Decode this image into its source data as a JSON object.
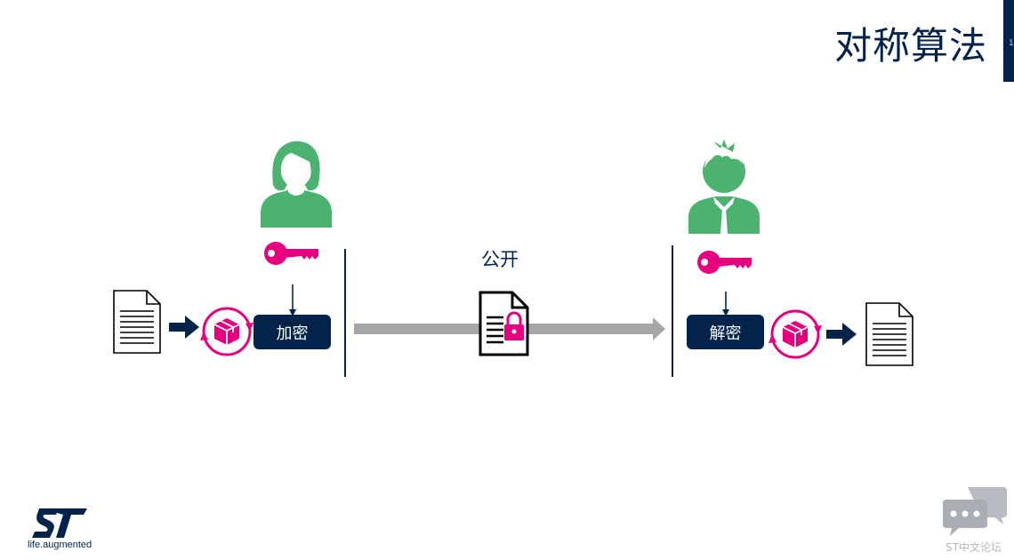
{
  "title": "对称算法",
  "slide_number": "1",
  "encrypt_label": "加密",
  "decrypt_label": "解密",
  "public_label": "公开",
  "logo_tagline": "life.augmented",
  "watermark_text": "ST中文论坛",
  "colors": {
    "navy": "#03234b",
    "person_green": "#4cb26f",
    "key_magenta": "#e6007e",
    "channel_gray": "#a6a6a6"
  },
  "icons": {
    "sender": "female-person-icon",
    "receiver": "male-person-icon",
    "key": "key-icon",
    "cipher": "cycle-package-icon",
    "document": "document-icon",
    "locked_document": "locked-document-icon"
  }
}
